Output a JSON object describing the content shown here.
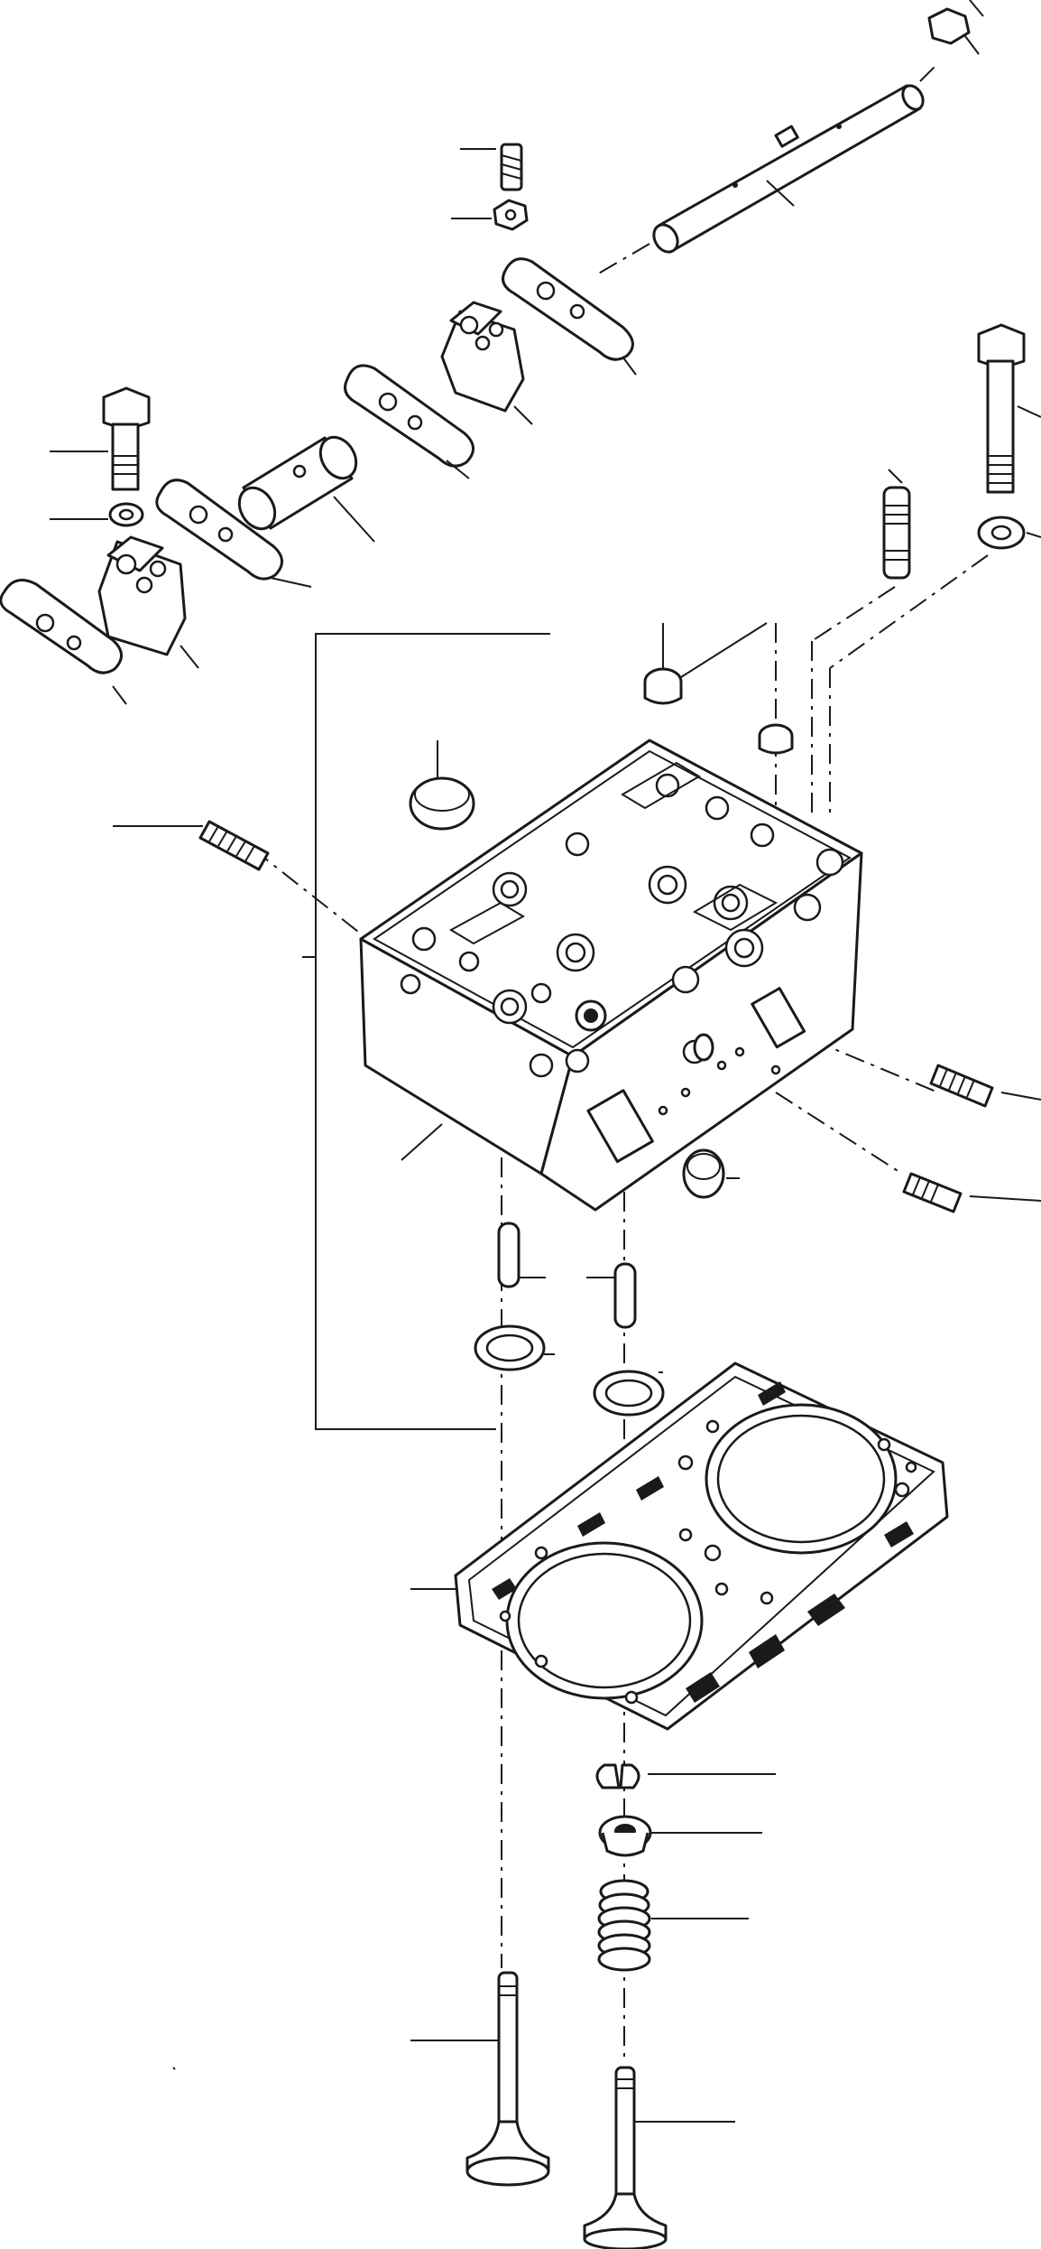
{
  "figure": {
    "description_visible_text": "",
    "colors": {
      "ink": "#1a1a1a",
      "paper": "#ffffff"
    }
  },
  "parts": [
    {
      "name": "end-plug"
    },
    {
      "name": "rocker-shaft"
    },
    {
      "name": "adjusting-screw"
    },
    {
      "name": "lock-nut"
    },
    {
      "name": "rocker-arm"
    },
    {
      "name": "rocker-bracket"
    },
    {
      "name": "bolt"
    },
    {
      "name": "washer"
    },
    {
      "name": "spacer-sleeve"
    },
    {
      "name": "stud"
    },
    {
      "name": "cylinder-head"
    },
    {
      "name": "expansion-plug"
    },
    {
      "name": "valve-guide"
    },
    {
      "name": "valve-seat-insert"
    },
    {
      "name": "head-gasket"
    },
    {
      "name": "valve-cotter"
    },
    {
      "name": "spring-retainer"
    },
    {
      "name": "valve-spring"
    },
    {
      "name": "intake-valve"
    },
    {
      "name": "exhaust-valve"
    }
  ]
}
